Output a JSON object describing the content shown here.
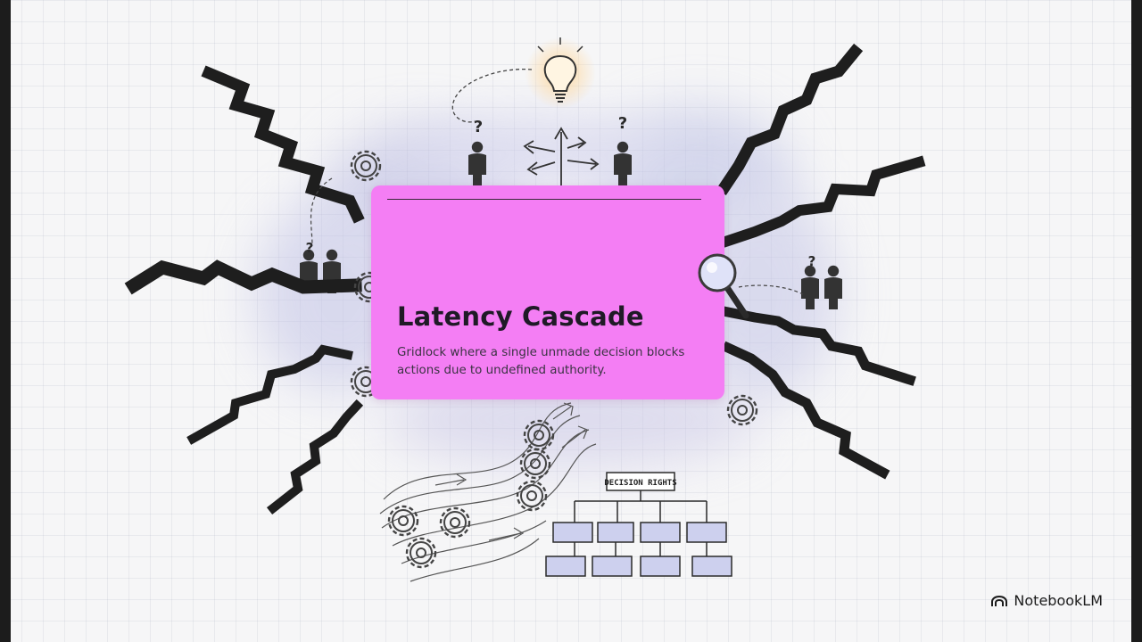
{
  "slide": {
    "title": "Latency Cascade",
    "subtitle": "Gridlock where a single unmade decision blocks actions due to undefined authority."
  },
  "org_chart": {
    "label": "DECISION RIGHTS"
  },
  "brand": {
    "name": "NotebookLM",
    "icon": "notebooklm-logo-icon"
  },
  "illustration": {
    "question_mark": "?"
  },
  "colors": {
    "card_background": "#f47ef4",
    "watercolor": "#b7b8e0",
    "ink": "#1e1e1e",
    "bulb_glow": "#ffd79a"
  }
}
